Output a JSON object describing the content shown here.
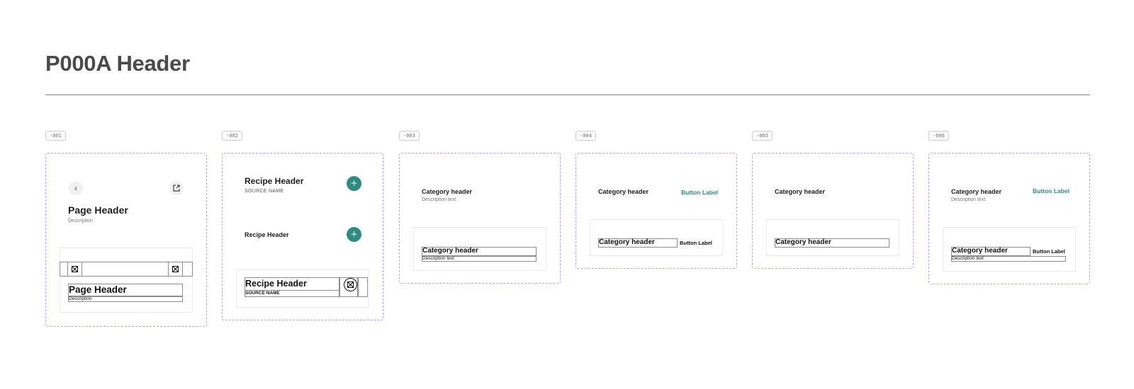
{
  "page": {
    "title": "P000A Header"
  },
  "variants": [
    {
      "id": "-001",
      "header": {
        "title": "Page Header",
        "description": "Description"
      },
      "icons": [
        "back-arrow-icon",
        "external-link-icon"
      ],
      "spec": {
        "title": "Page Header",
        "description": "Description"
      }
    },
    {
      "id": "-002",
      "header": {
        "title": "Recipe Header",
        "source": "SOURCE NAME"
      },
      "compact": {
        "title": "Recipe Header"
      },
      "icons": [
        "plus-icon"
      ],
      "spec": {
        "title": "Recipe Header",
        "source": "SOURCE NAME"
      }
    },
    {
      "id": "-003",
      "header": {
        "title": "Category header",
        "description": "Description text"
      },
      "spec": {
        "title": "Category header",
        "description": "Description text"
      }
    },
    {
      "id": "-004",
      "header": {
        "title": "Category header",
        "button": "Button Label"
      },
      "spec": {
        "title": "Category header",
        "button": "Button Label"
      }
    },
    {
      "id": "-005",
      "header": {
        "title": "Category header"
      },
      "spec": {
        "title": "Category header"
      }
    },
    {
      "id": "-006",
      "header": {
        "title": "Category header",
        "description": "Description text",
        "button": "Button Label"
      },
      "spec": {
        "title": "Category header",
        "description": "Description text",
        "button": "Button Label"
      }
    }
  ],
  "colors": {
    "accent": "#2e8b82",
    "panel_border": "#b8a2f5",
    "title": "#4a4a4a",
    "rule": "#b9b9b9"
  }
}
